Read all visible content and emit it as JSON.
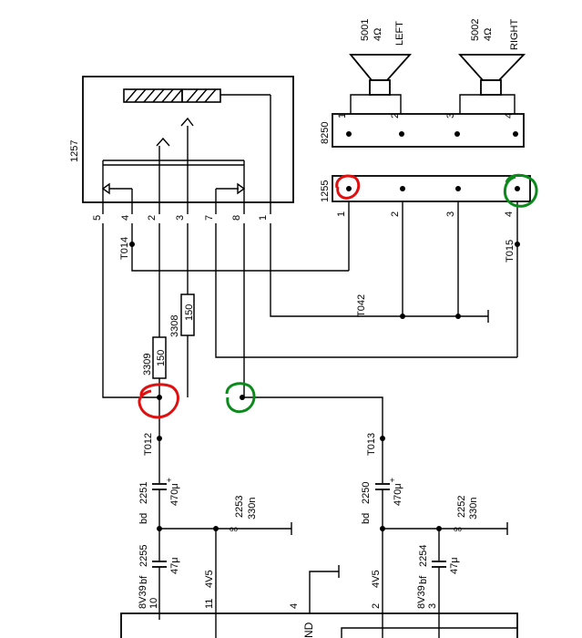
{
  "speakers": {
    "left": {
      "ref": "5001",
      "imp": "4Ω",
      "name": "LEFT"
    },
    "right": {
      "ref": "5002",
      "imp": "4Ω",
      "name": "RIGHT"
    }
  },
  "connectors": {
    "top": {
      "ref": "8250",
      "pins": [
        "1",
        "2",
        "3",
        "4"
      ]
    },
    "bottom": {
      "ref": "1255",
      "pins": [
        "1",
        "2",
        "3",
        "4"
      ]
    },
    "jack": {
      "ref": "1257",
      "pins": [
        "5",
        "4",
        "2",
        "3",
        "7",
        "8",
        "1"
      ]
    }
  },
  "test_points": {
    "t014": "T014",
    "t015": "T015",
    "t042": "T042",
    "t012": "T012",
    "t013": "T013"
  },
  "resistors": {
    "r3309": {
      "ref": "3309",
      "value": "150"
    },
    "r3308": {
      "ref": "3308",
      "value": "150"
    }
  },
  "capacitors": {
    "c2251": {
      "ref": "2251",
      "code": "bd",
      "value": "470μ"
    },
    "c2250": {
      "ref": "2250",
      "code": "bd",
      "value": "470μ"
    },
    "c2253": {
      "ref": "2253",
      "code": "**",
      "value": "330n"
    },
    "c2252": {
      "ref": "2252",
      "code": "**",
      "value": "330n"
    },
    "c2255": {
      "ref": "2255",
      "code": "bf",
      "value": "47μ"
    },
    "c2254": {
      "ref": "2254",
      "code": "bf",
      "value": "47μ"
    }
  },
  "ic_pins": {
    "p10": {
      "num": "10",
      "label": "8V39"
    },
    "p11": {
      "num": "11",
      "label": "4V5"
    },
    "p4": {
      "num": "4",
      "label": ""
    },
    "p2": {
      "num": "2",
      "label": "4V5"
    },
    "p3": {
      "num": "3",
      "label": "8V39"
    },
    "gnd": "ND"
  },
  "markers": {
    "red": "#e01010",
    "green": "#0a8a1a"
  }
}
